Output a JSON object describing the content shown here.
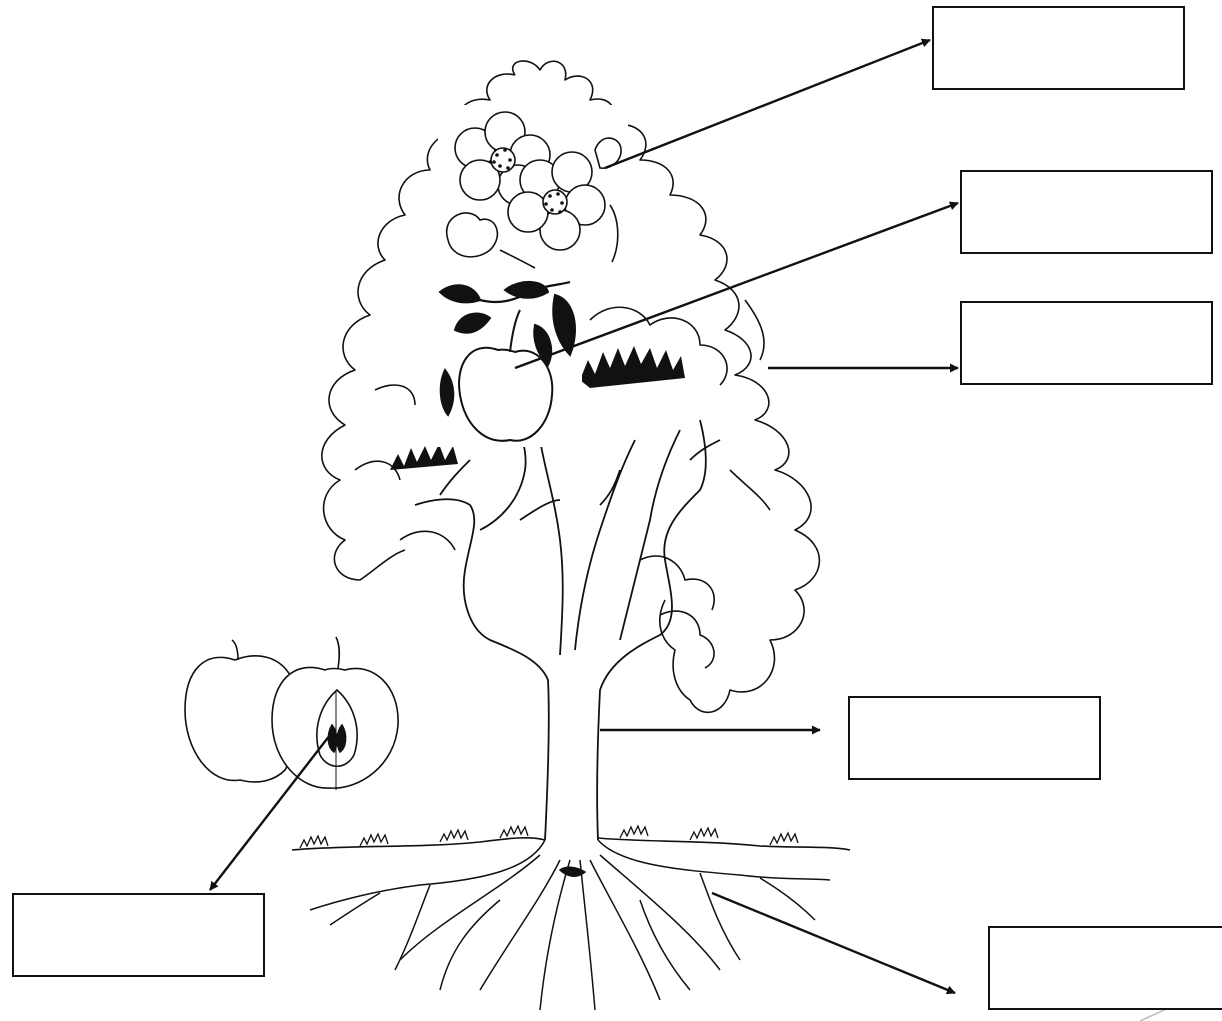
{
  "diagram": {
    "parts": [
      {
        "id": "flower",
        "answer": ""
      },
      {
        "id": "fruit",
        "answer": ""
      },
      {
        "id": "leaf",
        "answer": ""
      },
      {
        "id": "stem",
        "answer": ""
      },
      {
        "id": "root",
        "answer": ""
      },
      {
        "id": "seed",
        "answer": ""
      }
    ]
  },
  "colors": {
    "ink": "#111111",
    "background": "#ffffff"
  },
  "icons": [
    "apple-tree-illustration",
    "blossom-icon",
    "apple-fruit-icon",
    "cut-apple-icon",
    "roots-illustration"
  ]
}
